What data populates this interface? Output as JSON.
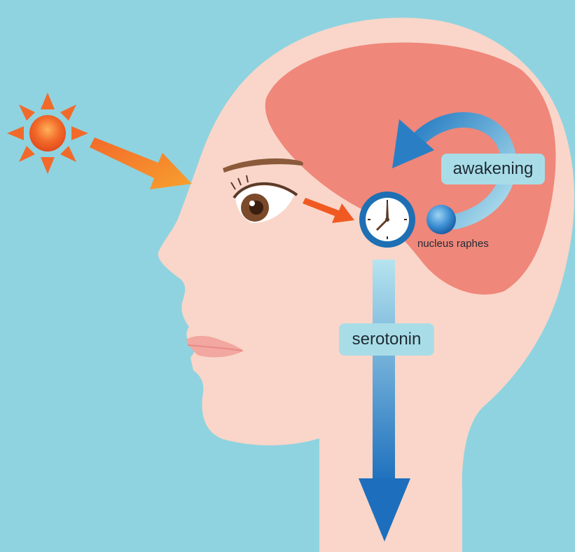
{
  "labels": {
    "awakening": "awakening",
    "nucleus": "nucleus raphes",
    "serotonin": "serotonin"
  },
  "colors": {
    "background": "#8fd3e0",
    "skin": "#f9d6c9",
    "brain": "#ef877a",
    "sun": "#f05a22",
    "light_arrow": "#f58a2a",
    "clock_ring": "#1e6fb3",
    "serotonin_arrow": "#2a7fc4",
    "label_box": "#a8dde8"
  },
  "icons": {
    "sun": "sun-icon",
    "clock": "clock-icon",
    "eye": "eye-icon",
    "nucleus": "nucleus-sphere-icon"
  }
}
